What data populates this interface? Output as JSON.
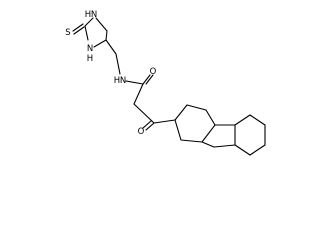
{
  "molecule": {
    "atoms": {
      "thione_s": "S",
      "ring_n1": "N",
      "ring_h1": "H",
      "ring_n4": "N",
      "ring_h4": "H",
      "amide_n": "N",
      "amide_h": "H",
      "amide_o": "O",
      "ketone_o": "O"
    }
  }
}
